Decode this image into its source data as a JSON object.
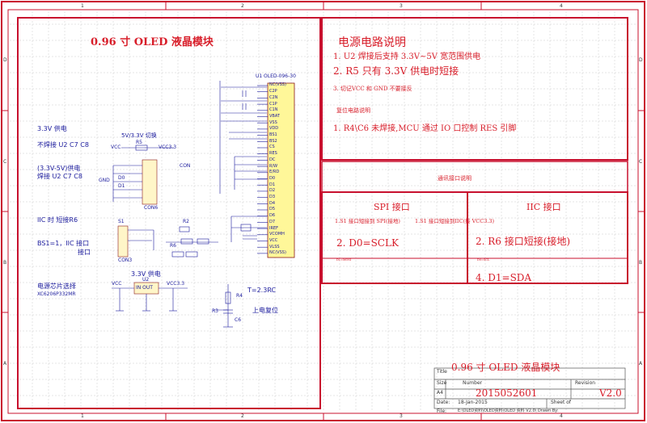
{
  "colors": {
    "border": "#c8102e",
    "ink": "#d81e2a",
    "wire": "#1a1a9c",
    "grid": "#bdbdbd",
    "chip": "#fff799"
  },
  "frame": {
    "cols_top": [
      "1",
      "2",
      "3",
      "4"
    ],
    "cols_bottom": [
      "1",
      "2",
      "3",
      "4"
    ],
    "rows_left": [
      "D",
      "C",
      "B",
      "A"
    ],
    "rows_right": [
      "D",
      "C",
      "B",
      "A"
    ]
  },
  "left_panel": {
    "title": "0.96 寸 OLED 液晶模块",
    "power_33": "3.3V 供电",
    "no_solder": "不焊接 U2 C7 C8",
    "range_power": "(3.3V-5V)供电",
    "solder": "焊接 U2 C7 C8",
    "iic_short": "IIC 时 短接R6",
    "bs1_line1": "BS1=1，IIC 接口",
    "bs1_line2": "接口",
    "power_33_b": "3.3V 供电",
    "chip_select": "电源芯片选择",
    "chip_part": "XC6206P332MR",
    "reset_formula": "T=2.3RC",
    "reset_label": "上电复位",
    "switch_label": "5V/3.3V 切换",
    "oled_part": "OLED-096-30",
    "u1": "U1",
    "con_label": "CON",
    "con6": "CON6",
    "con3": "CON3",
    "pin_names": [
      "NC(VSS)",
      "C2P",
      "C2N",
      "C1P",
      "C1N",
      "VBAT",
      "VSS",
      "VDD",
      "BS1",
      "BS2",
      "CS",
      "RES",
      "DC",
      "R/W",
      "E/RD",
      "D0",
      "D1",
      "D2",
      "D3",
      "D4",
      "D5",
      "D6",
      "D7",
      "IREF",
      "VCOMH",
      "VCC",
      "VLSS",
      "NC(VSS)"
    ],
    "net_labels": [
      "VCC",
      "VCC3.3",
      "GND",
      "D0",
      "D1",
      "S1",
      "R2",
      "R3",
      "R4",
      "R5",
      "R6",
      "C6",
      "VCC",
      "VCC3.3",
      "U2",
      "IN OUT"
    ]
  },
  "power_notes": {
    "title": "电源电路说明",
    "line1": "1. U2 焊接后支持 3.3V~5V 宽范围供电",
    "line2": "2. R5 只有 3.3V 供电时短接",
    "line3": "3. 切记VCC 和 GND 不要接反",
    "reset_title": "复位电路说明",
    "reset_line": "1. R4\\C6 未焊接,MCU 通过 IO 口控制 RES 引脚"
  },
  "interface": {
    "title": "通讯接口说明",
    "spi_title": "SPI 接口",
    "spi_note": "1.S1 接口短接到 SPI(接地)",
    "spi_d0": "2. D0=SCLK",
    "spi_small": "D1=MOSI",
    "iic_title": "IIC 接口",
    "iic_note": "1.S1 接口短接到IIC(接 VCC3.3)",
    "iic_r6": "2. R6 接口短接(接地)",
    "iic_small": "D0=SCL",
    "iic_d1": "4. D1=SDA"
  },
  "title_block": {
    "title": "0.96 寸 OLED 液晶模块",
    "title_label": "Title",
    "size_label": "Size",
    "size_value": "A4",
    "number_label": "Number",
    "number_value": "2015052601",
    "revision_label": "Revision",
    "revision_value": "V2.0",
    "date_label": "Date:",
    "date_value": "18-Jan-2015",
    "sheet_label": "Sheet of",
    "file_label": "File:",
    "file_value": "E:\\OLED资料\\OLED资料\\OLED 资料 V2.0\\ Drawn By:"
  }
}
